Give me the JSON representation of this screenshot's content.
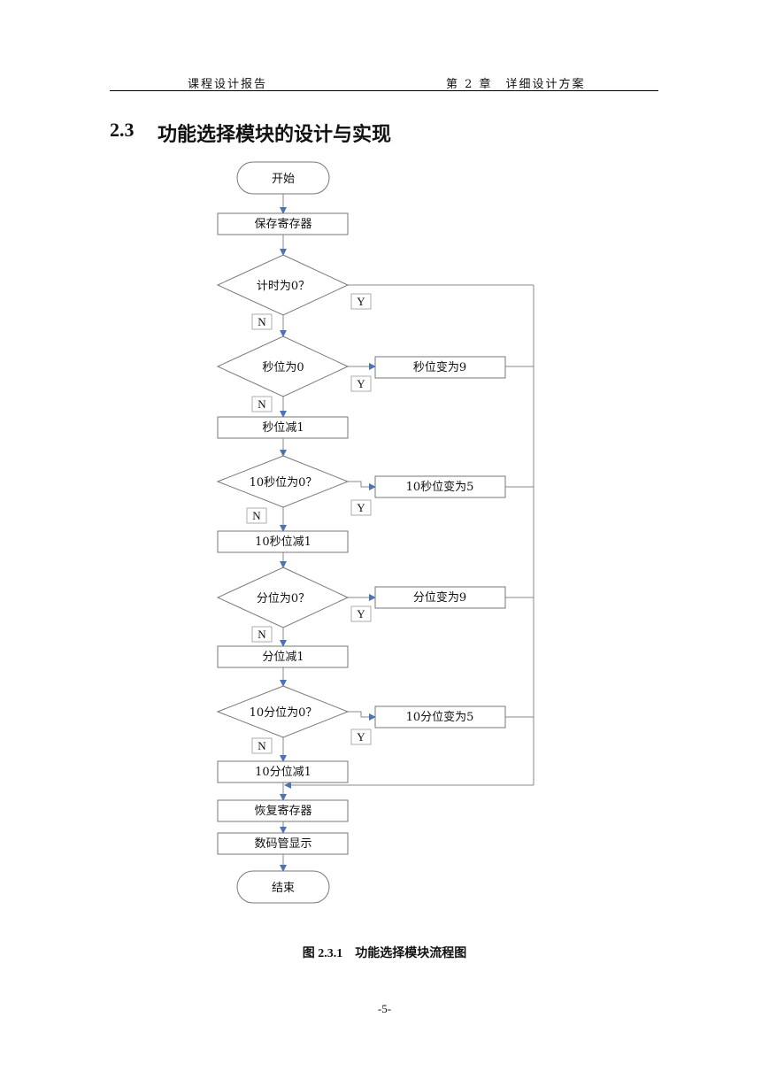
{
  "header": {
    "left": "课程设计报告",
    "right": "第 2 章　详细设计方案"
  },
  "section": {
    "number": "2.3",
    "title": "功能选择模块的设计与实现"
  },
  "flowchart": {
    "start": "开始",
    "save_regs": "保存寄存器",
    "cond_timer": "计时为0？",
    "cond_sec": "秒位为0",
    "act_sec": "秒位变为9",
    "dec_sec": "秒位减1",
    "cond_10sec": "10秒位为0？",
    "act_10sec": "10秒位变为5",
    "dec_10sec": "10秒位减1",
    "cond_min": "分位为0？",
    "act_min": "分位变为9",
    "dec_min": "分位减1",
    "cond_10min": "10分位为0？",
    "act_10min": "10分位变为5",
    "dec_10min": "10分位减1",
    "restore_regs": "恢复寄存器",
    "display": "数码管显示",
    "end": "结束",
    "yes": "Y",
    "no": "N",
    "arrow_color": "#4a73b8",
    "line_color": "#888888"
  },
  "caption": {
    "number": "图 2.3.1",
    "text": "功能选择模块流程图"
  },
  "page_number": "-5-"
}
